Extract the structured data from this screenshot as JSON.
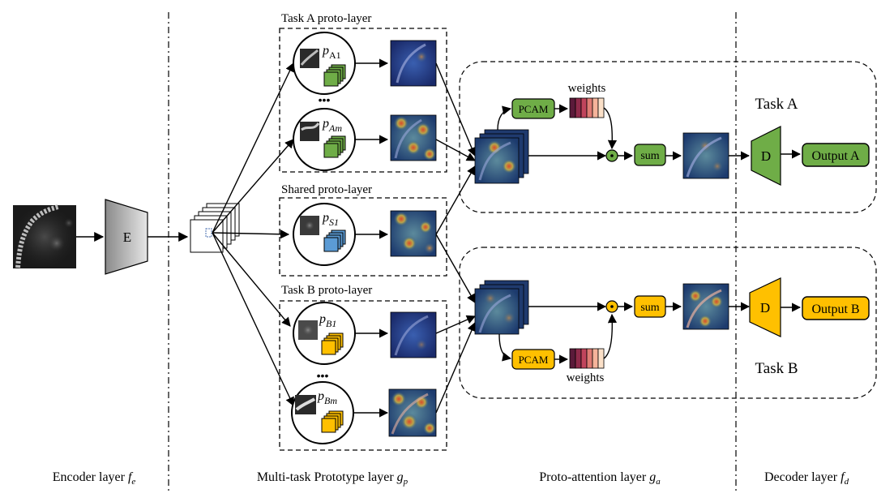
{
  "encoder": {
    "label": "E"
  },
  "sections": {
    "task_a_proto": "Task A proto-layer",
    "shared_proto": "Shared proto-layer",
    "task_b_proto": "Task B proto-layer"
  },
  "prototypes": {
    "a1": {
      "p": "p",
      "sub": "A1"
    },
    "am": {
      "p": "p",
      "sub": "Am"
    },
    "s1": {
      "p": "p",
      "sub": "S1"
    },
    "b1": {
      "p": "p",
      "sub": "B1"
    },
    "bm": {
      "p": "p",
      "sub": "Bm"
    }
  },
  "ellipsis": "•••",
  "attention": {
    "pcam": "PCAM",
    "weights": "weights",
    "sum": "sum",
    "task_a": "Task A",
    "task_b": "Task B"
  },
  "decoders": {
    "d": "D",
    "output_a": "Output A",
    "output_b": "Output B"
  },
  "bottom_labels": {
    "encoder": "Encoder layer",
    "encoder_sym": "f",
    "encoder_sub": "e",
    "prototype": "Multi-task Prototype layer",
    "prototype_sym": "g",
    "prototype_sub": "p",
    "attention": "Proto-attention layer",
    "attention_sym": "g",
    "attention_sub": "a",
    "decoder": "Decoder layer",
    "decoder_sym": "f",
    "decoder_sub": "d"
  },
  "colors": {
    "task_a": "#6fad47",
    "shared": "#5b9bd5",
    "task_b": "#ffc000",
    "heat_dark": "#1d2f6e",
    "weights_palette": [
      "#5b1a3a",
      "#8e2a4a",
      "#c0445c",
      "#e07c74",
      "#f5b39a",
      "#fbe0c8"
    ]
  }
}
